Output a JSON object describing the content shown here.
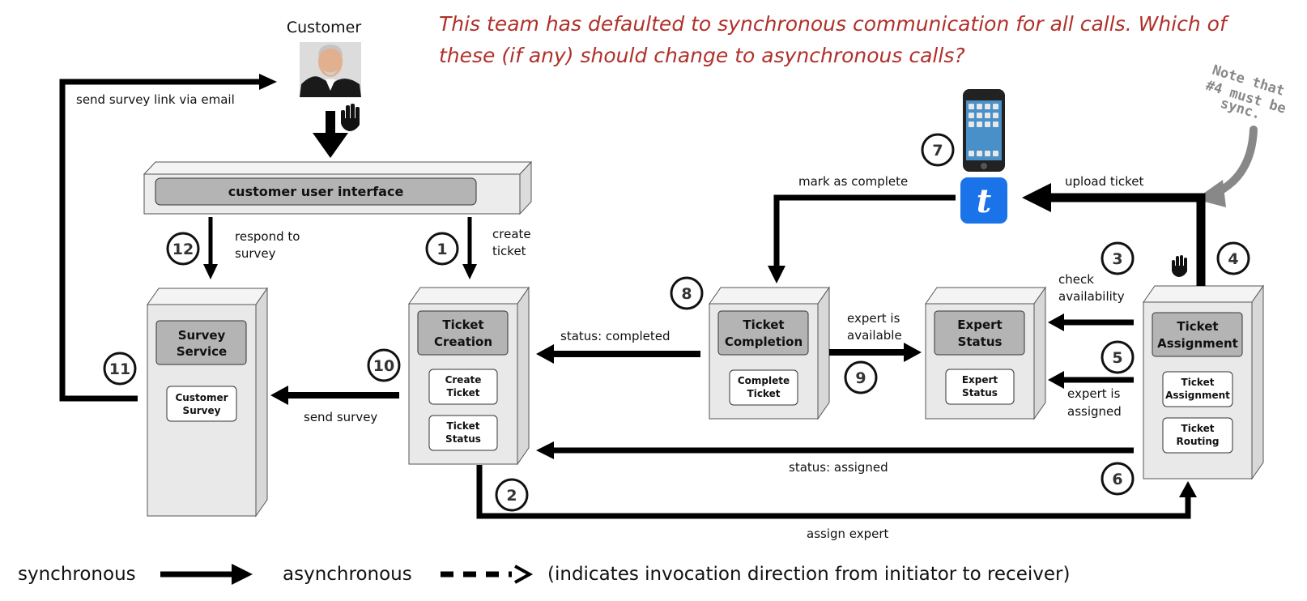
{
  "question": {
    "line1": "This team has defaulted to synchronous communication for all calls. Which of",
    "line2": "these (if any) should change to asynchronous calls?"
  },
  "note": {
    "line1": "Note that",
    "line2": "#4 must be",
    "line3": "sync."
  },
  "customer": {
    "label": "Customer"
  },
  "ui_bar": {
    "label": "customer user interface"
  },
  "services": {
    "survey": {
      "line1": "Survey",
      "line2": "Service",
      "comp1_l1": "Customer",
      "comp1_l2": "Survey"
    },
    "creation": {
      "line1": "Ticket",
      "line2": "Creation",
      "comp1_l1": "Create",
      "comp1_l2": "Ticket",
      "comp2_l1": "Ticket",
      "comp2_l2": "Status"
    },
    "completion": {
      "line1": "Ticket",
      "line2": "Completion",
      "comp1_l1": "Complete",
      "comp1_l2": "Ticket"
    },
    "expert": {
      "line1": "Expert",
      "line2": "Status",
      "comp1_l1": "Expert",
      "comp1_l2": "Status"
    },
    "assignment": {
      "line1": "Ticket",
      "line2": "Assignment",
      "comp1_l1": "Ticket",
      "comp1_l2": "Assignment",
      "comp2_l1": "Ticket",
      "comp2_l2": "Routing"
    }
  },
  "labels": {
    "send_survey_link": "send survey link via email",
    "respond_1": "respond to",
    "respond_2": "survey",
    "create_1": "create",
    "create_2": "ticket",
    "mark_complete": "mark as complete",
    "upload_ticket": "upload ticket",
    "check_1": "check",
    "check_2": "availability",
    "expert_avail_1": "expert is",
    "expert_avail_2": "available",
    "status_completed": "status: completed",
    "send_survey": "send survey",
    "expert_assigned_1": "expert is",
    "expert_assigned_2": "assigned",
    "status_assigned": "status: assigned",
    "assign_expert": "assign expert"
  },
  "badges": [
    "1",
    "2",
    "3",
    "4",
    "5",
    "6",
    "7",
    "8",
    "9",
    "10",
    "11",
    "12"
  ],
  "mobile_app": {
    "letter": "t"
  },
  "legend": {
    "sync": "synchronous",
    "async": "asynchronous",
    "note": "(indicates invocation direction from initiator to receiver)"
  },
  "colors": {
    "question": "#b0312b",
    "note": "#888888",
    "app_icon": "#1a73e8",
    "box_fill": "#e9e9e9",
    "header_fill": "#b4b4b4"
  },
  "icons": [
    "hand-icon",
    "phone-icon",
    "app-icon",
    "customer-avatar"
  ]
}
